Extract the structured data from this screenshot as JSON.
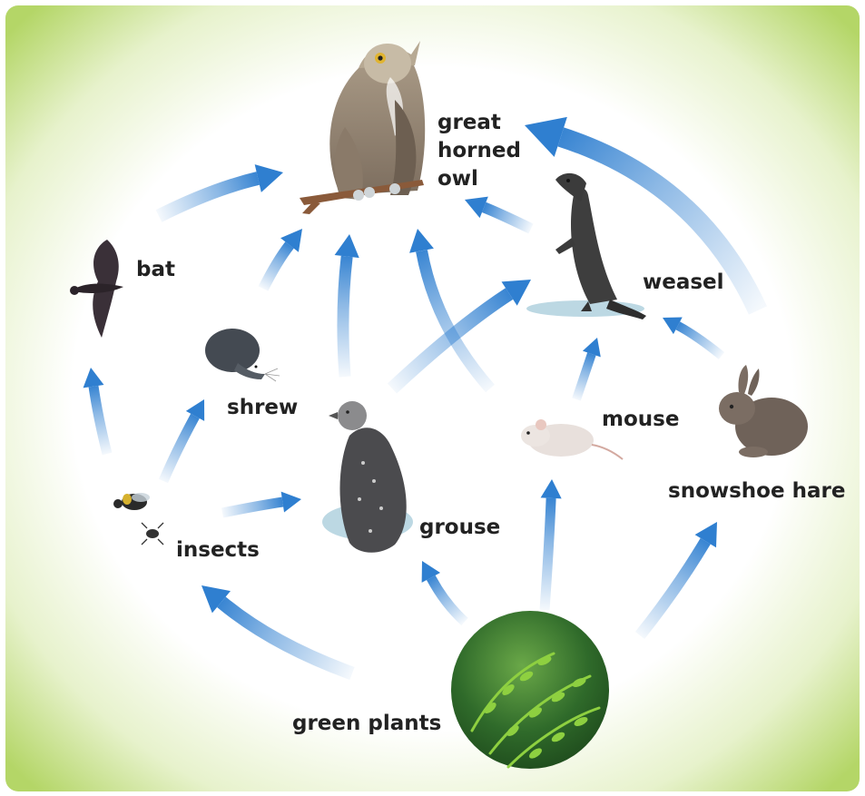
{
  "colors": {
    "frame": "#a9cf57",
    "arrow": "#2f7fd0",
    "label": "#222222",
    "plant": "#4fa81f"
  },
  "organisms": {
    "owl": {
      "lines": [
        "great",
        "horned",
        "owl"
      ],
      "icon": "owl-icon"
    },
    "weasel": {
      "label": "weasel",
      "icon": "weasel-icon"
    },
    "bat": {
      "label": "bat",
      "icon": "bat-icon"
    },
    "shrew": {
      "label": "shrew",
      "icon": "shrew-icon"
    },
    "mouse": {
      "label": "mouse",
      "icon": "mouse-icon"
    },
    "hare": {
      "label": "snowshoe hare",
      "icon": "hare-icon"
    },
    "grouse": {
      "label": "grouse",
      "icon": "grouse-icon"
    },
    "insects": {
      "label": "insects",
      "icon": "insects-icon"
    },
    "plants": {
      "label": "green plants",
      "icon": "fern-icon"
    }
  },
  "links": [
    {
      "from": "bat",
      "to": "owl"
    },
    {
      "from": "shrew",
      "to": "owl"
    },
    {
      "from": "grouse",
      "to": "owl"
    },
    {
      "from": "mouse",
      "to": "owl"
    },
    {
      "from": "weasel",
      "to": "owl"
    },
    {
      "from": "hare",
      "to": "owl"
    },
    {
      "from": "grouse",
      "to": "weasel"
    },
    {
      "from": "mouse",
      "to": "weasel"
    },
    {
      "from": "hare",
      "to": "weasel"
    },
    {
      "from": "insects",
      "to": "bat"
    },
    {
      "from": "insects",
      "to": "shrew"
    },
    {
      "from": "insects",
      "to": "grouse"
    },
    {
      "from": "plants",
      "to": "insects"
    },
    {
      "from": "plants",
      "to": "grouse"
    },
    {
      "from": "plants",
      "to": "mouse"
    },
    {
      "from": "plants",
      "to": "hare"
    }
  ]
}
